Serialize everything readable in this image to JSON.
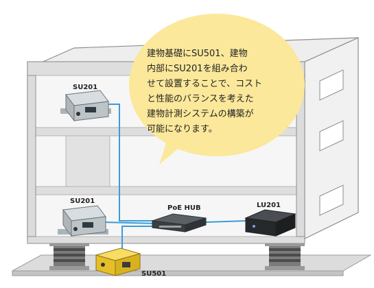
{
  "bubble": {
    "lines": [
      "建物基礎にSU501、建物",
      "内部にSU201を組み合わ",
      "せて設置することで、コスト",
      "と性能のバランスを考えた",
      "建物計測システムの構築が",
      "可能になります。"
    ]
  },
  "devices": {
    "su201_top": "SU201",
    "su201_bottom": "SU201",
    "poe_hub": "PoE HUB",
    "lu201": "LU201",
    "su501": "SU501"
  },
  "colors": {
    "bubble": "#fbe89a",
    "cable": "#3b9bd6",
    "su501_body": "#f3cf3c",
    "building": "#e9e9e9"
  }
}
